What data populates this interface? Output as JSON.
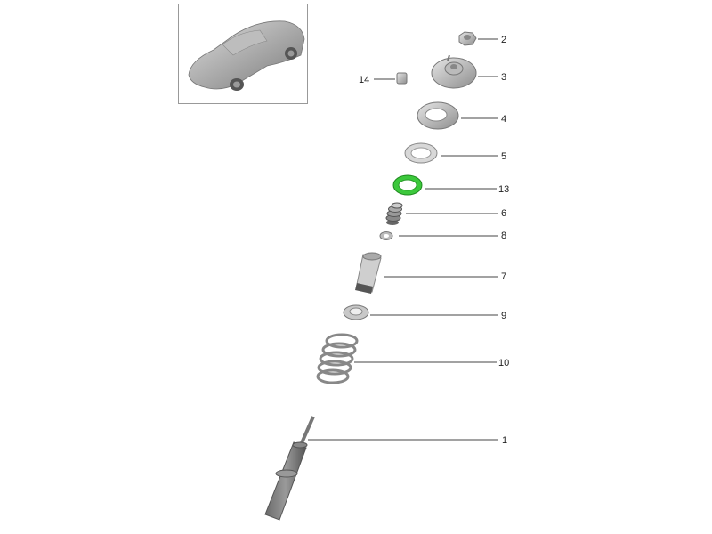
{
  "diagram": {
    "thumbnail": "car-thumbnail",
    "highlight_color": "#3cc83c",
    "callouts": {
      "p1": "1",
      "p2": "2",
      "p3": "3",
      "p4": "4",
      "p5": "5",
      "p6": "6",
      "p7": "7",
      "p8": "8",
      "p9": "9",
      "p10": "10",
      "p13": "13",
      "p14": "14"
    }
  }
}
